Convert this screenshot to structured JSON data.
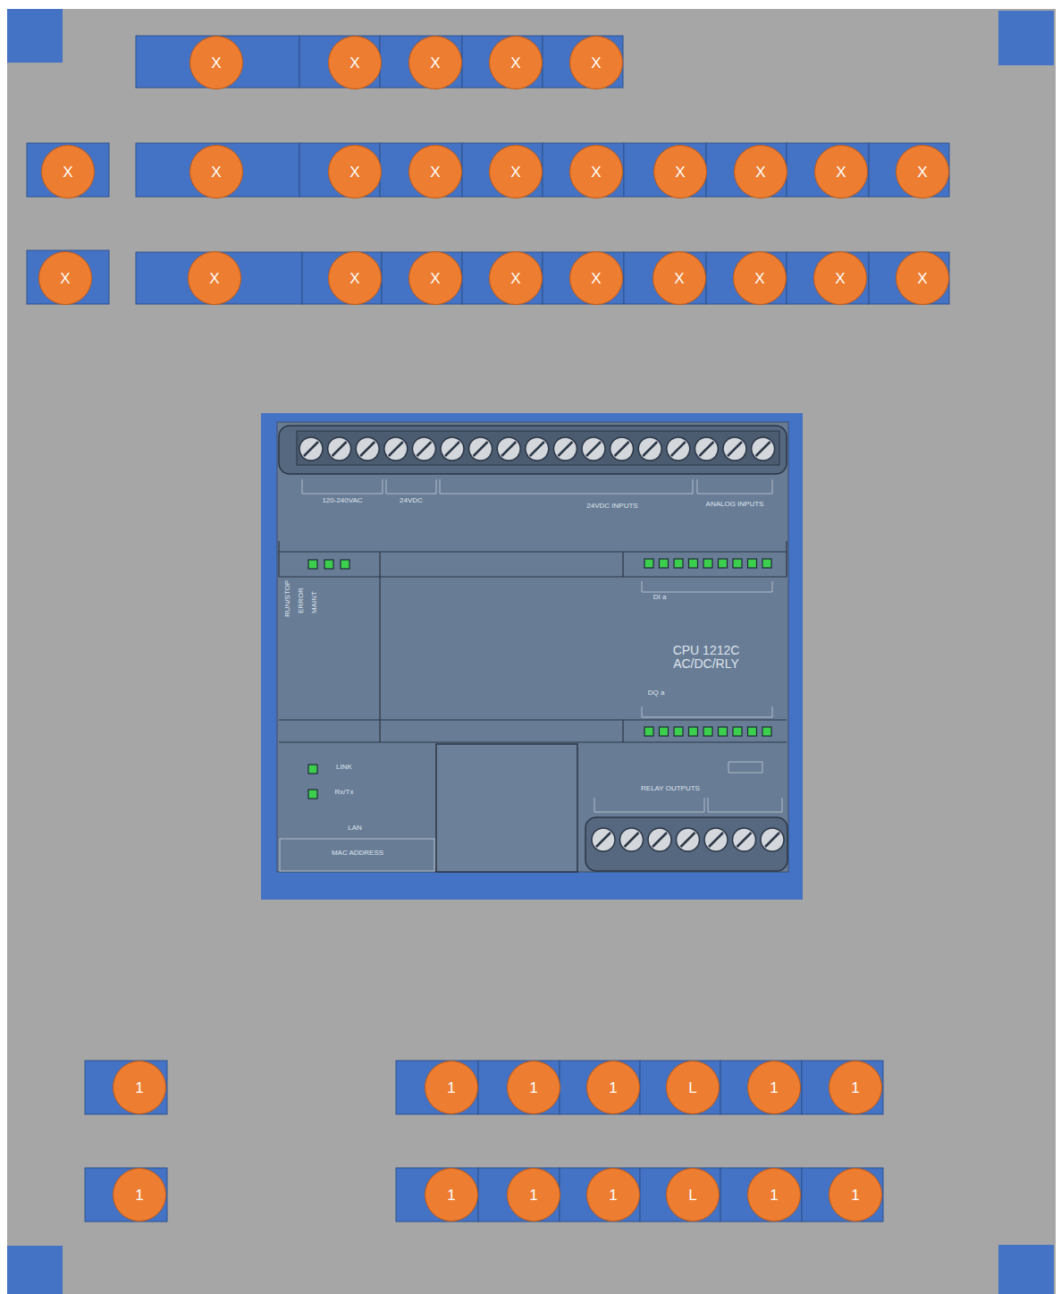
{
  "diagram": {
    "nodes": [
      {
        "text": [
          "X"
        ]
      },
      {
        "text": [
          "X"
        ]
      },
      {
        "text": [
          "X"
        ]
      },
      {
        "text": [
          "X"
        ]
      },
      {
        "text": [
          "X"
        ]
      },
      {
        "text": [
          "X"
        ]
      },
      {
        "text": [
          "X"
        ]
      },
      {
        "text": [
          "X"
        ]
      },
      {
        "text": [
          "X"
        ]
      },
      {
        "text": [
          "X"
        ]
      },
      {
        "text": [
          "X"
        ]
      },
      {
        "text": [
          "X"
        ]
      },
      {
        "text": [
          "X"
        ]
      },
      {
        "text": [
          "X"
        ]
      },
      {
        "text": [
          "X"
        ]
      },
      {
        "text": [
          "X"
        ]
      },
      {
        "text": [
          "X"
        ]
      },
      {
        "text": [
          "X"
        ]
      },
      {
        "text": [
          "X"
        ]
      },
      {
        "text": [
          "X"
        ]
      },
      {
        "text": [
          "X"
        ]
      },
      {
        "text": [
          "X"
        ]
      },
      {
        "text": [
          "X"
        ]
      },
      {
        "text": [
          "X"
        ]
      },
      {
        "text": [
          "X"
        ]
      },
      {
        "text": [
          "1"
        ]
      },
      {
        "text": [
          "1"
        ]
      },
      {
        "text": [
          "1"
        ]
      },
      {
        "text": [
          "1"
        ]
      },
      {
        "text": [
          "L"
        ]
      },
      {
        "text": [
          "1"
        ]
      },
      {
        "text": [
          "1"
        ]
      },
      {
        "text": [
          "1"
        ]
      },
      {
        "text": [
          "1"
        ]
      },
      {
        "text": [
          "1"
        ]
      },
      {
        "text": [
          "1"
        ]
      },
      {
        "text": [
          "L"
        ]
      },
      {
        "text": [
          "1"
        ]
      },
      {
        "text": [
          "1"
        ]
      }
    ],
    "labels": [
      "CPU 1212C AC/DC/RLY",
      "120-240VAC",
      "24VDC",
      "24VDC INPUTS",
      "ANALOG INPUTS",
      "DI a",
      "DQ a",
      "RUN/STOP",
      "ERROR",
      "MAINT",
      "LINK",
      "Rx/Tx",
      "LAN",
      "MAC ADDRESS",
      "RELAY OUTPUTS"
    ]
  }
}
